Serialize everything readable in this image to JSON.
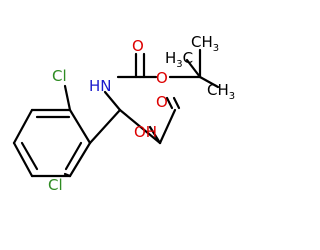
{
  "structure": {
    "atoms": {
      "nh": {
        "text": "HN",
        "color": "#1a1acc"
      },
      "carbonyl_o": {
        "text": "O",
        "color": "#dd0000"
      },
      "ester_o": {
        "text": "O",
        "color": "#dd0000"
      },
      "acid_o": {
        "text": "O",
        "color": "#dd0000"
      },
      "oh": {
        "text": "OH",
        "color": "#dd0000"
      },
      "me_top": {
        "text": "CH",
        "sub": "3",
        "color": "#000000"
      },
      "me_left": {
        "text": "H",
        "sub": "3",
        "tail": "C",
        "color": "#000000"
      },
      "me_right": {
        "text": "CH",
        "sub": "3",
        "color": "#000000"
      },
      "cl_top": {
        "text": "Cl",
        "color": "#2e8b22"
      },
      "cl_bottom": {
        "text": "Cl",
        "color": "#2e8b22"
      }
    }
  }
}
